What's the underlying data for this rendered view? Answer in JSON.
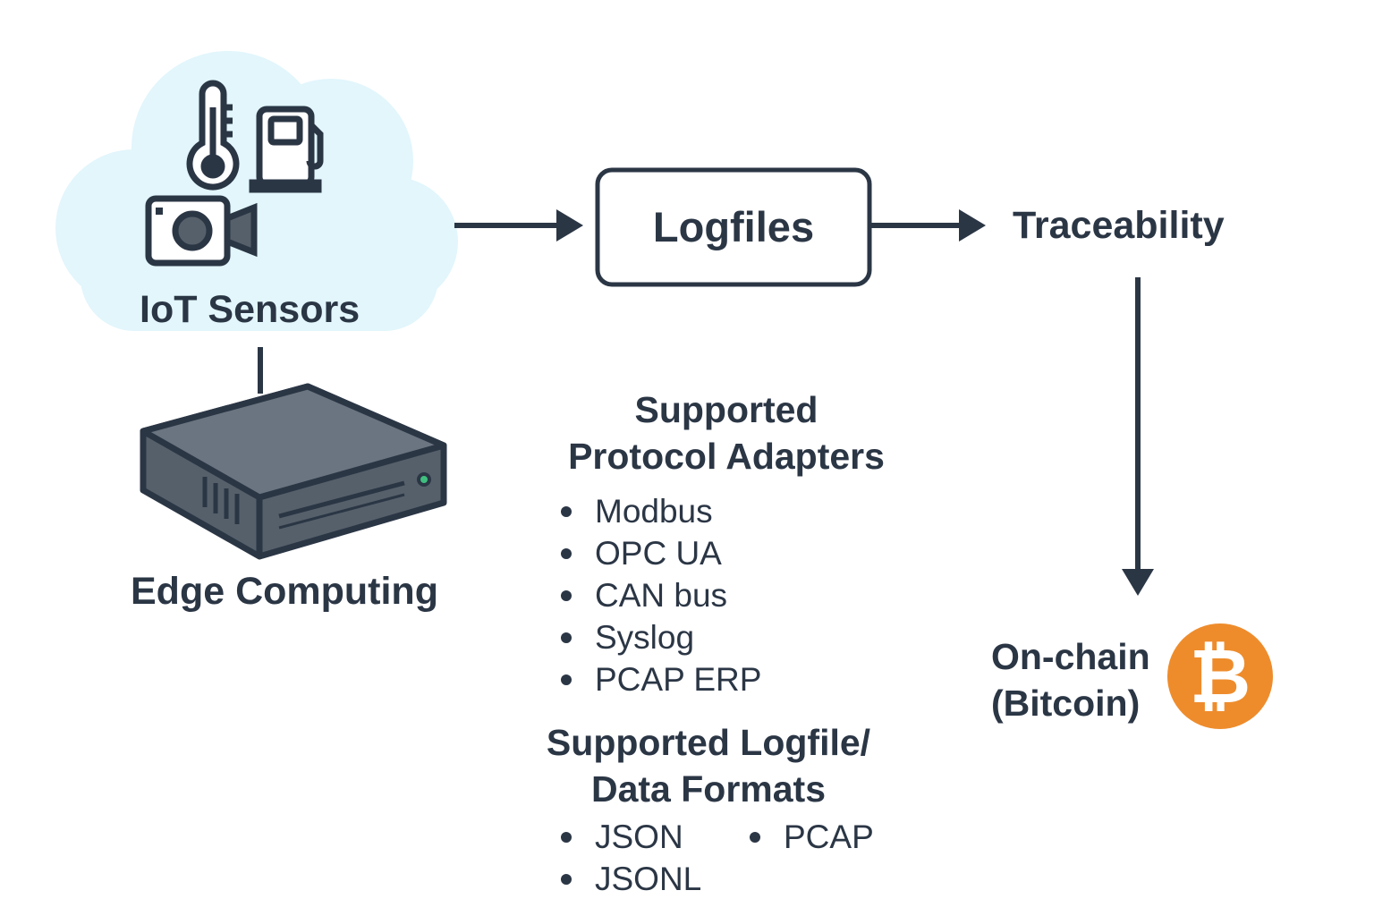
{
  "nodes": {
    "iot_sensors": {
      "label": "IoT Sensors"
    },
    "edge_computing": {
      "label": "Edge Computing"
    },
    "logfiles": {
      "label": "Logfiles"
    },
    "traceability": {
      "label": "Traceability"
    },
    "on_chain": {
      "line1": "On-chain",
      "line2": "(Bitcoin)"
    }
  },
  "protocol_adapters": {
    "heading_line1": "Supported",
    "heading_line2": "Protocol Adapters",
    "items": [
      "Modbus",
      "OPC UA",
      "CAN bus",
      "Syslog",
      "PCAP ERP"
    ]
  },
  "data_formats": {
    "heading_line1": "Supported Logfile/",
    "heading_line2": "Data Formats",
    "items": [
      "JSON",
      "JSONL",
      "PCAP"
    ]
  },
  "icons": {
    "sensors": [
      "thermometer-icon",
      "fuel-pump-icon",
      "camera-icon"
    ],
    "edge": "server-box-icon",
    "chain": "bitcoin-icon",
    "bitcoin_glyph": "₿"
  },
  "colors": {
    "cloud": "#e2f6fc",
    "ink": "#2b3645",
    "device": "#56606b",
    "bitcoin": "#ee8c2c",
    "status_led": "#3fbf7f"
  }
}
